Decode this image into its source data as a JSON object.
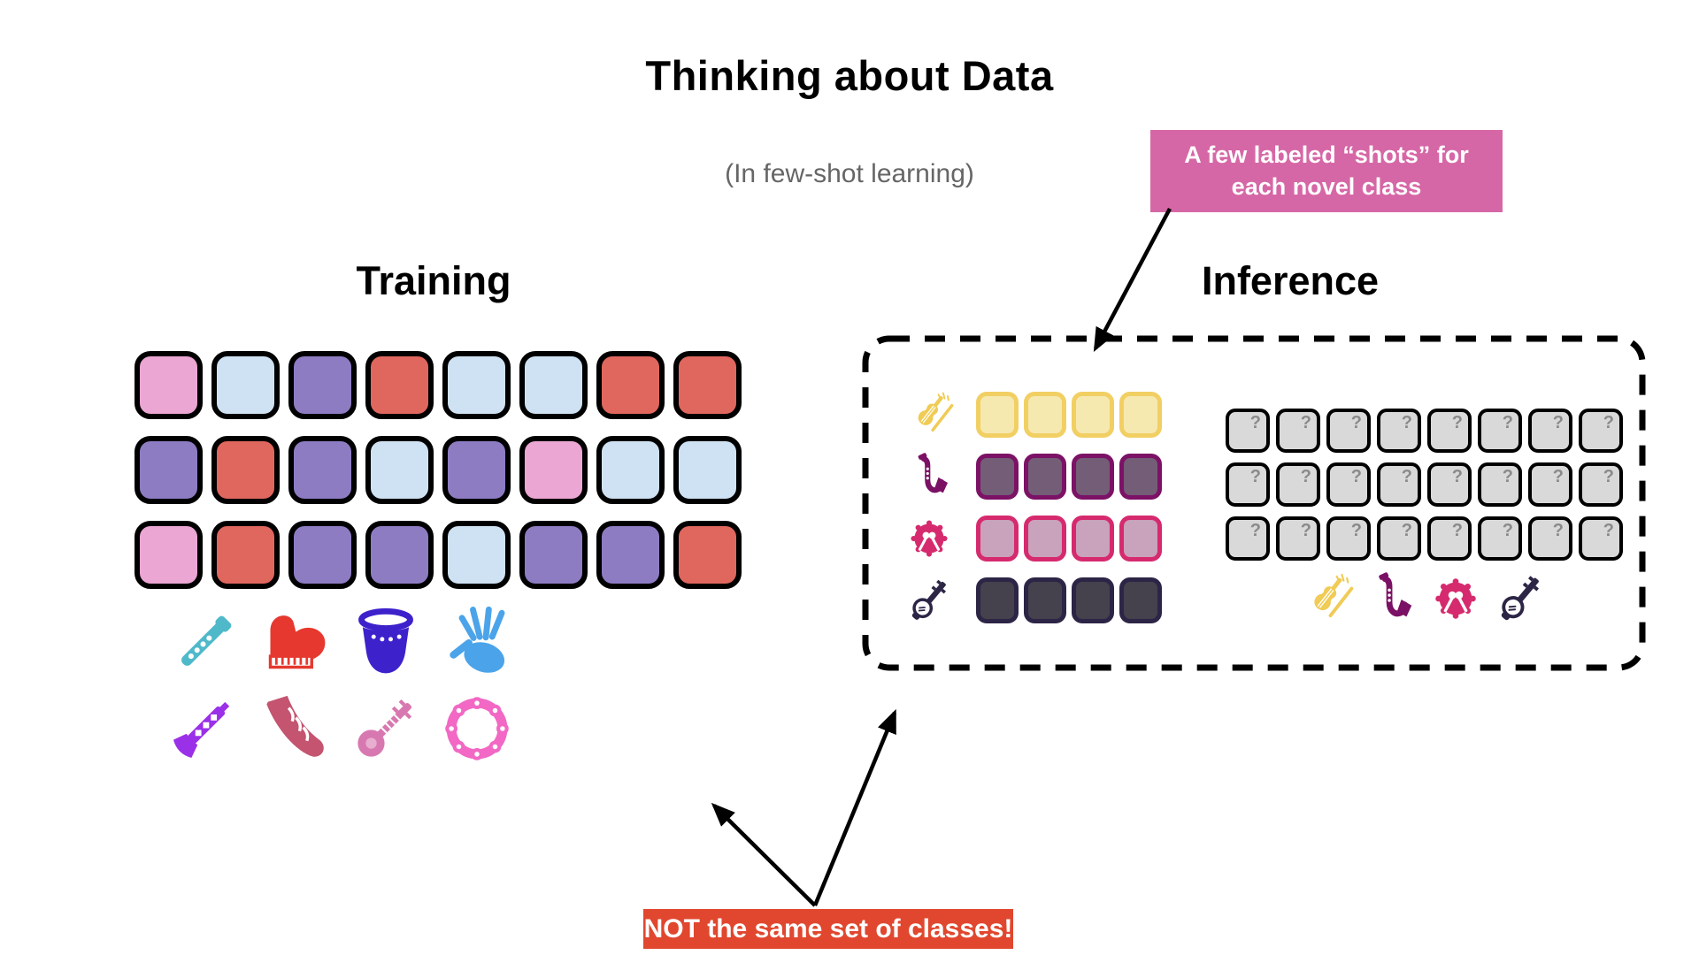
{
  "slide": {
    "title": "Thinking about Data",
    "subtitle": "(In few-shot learning)"
  },
  "annotations": {
    "shots_label": {
      "line1": "A few labeled “shots” for",
      "line2": "each novel class",
      "bg": "#d667a6"
    },
    "classes_label": {
      "text": "NOT the same set of classes!",
      "bg": "#e0472e"
    }
  },
  "training": {
    "heading": "Training",
    "palette": {
      "pink": "#eba6d3",
      "blue": "#cfe2f3",
      "purple": "#8e7cc3",
      "red": "#e0675e"
    },
    "grid_rows": [
      [
        "pink",
        "blue",
        "purple",
        "red",
        "blue",
        "blue",
        "red",
        "red"
      ],
      [
        "purple",
        "red",
        "purple",
        "blue",
        "purple",
        "pink",
        "blue",
        "blue"
      ],
      [
        "pink",
        "red",
        "purple",
        "purple",
        "blue",
        "purple",
        "purple",
        "red"
      ]
    ],
    "instruments": [
      {
        "name": "recorder-icon",
        "color": "#4fb9ca"
      },
      {
        "name": "grand-piano-icon",
        "color": "#e6382e"
      },
      {
        "name": "conga-drum-icon",
        "color": "#3d22cc"
      },
      {
        "name": "bagpipes-icon",
        "color": "#4ba4ea"
      },
      {
        "name": "clarinet-icon",
        "color": "#9a30e8"
      },
      {
        "name": "trombone-icon",
        "color": "#c4546f"
      },
      {
        "name": "sitar-icon",
        "color": "#d878b0"
      },
      {
        "name": "tambourine-icon",
        "color": "#f268c4"
      }
    ]
  },
  "inference": {
    "heading": "Inference",
    "shot_rows": [
      {
        "icon": "violin-icon",
        "icon_color": "#f0cb55",
        "border": "#f1cf63",
        "fill": "#f6e9b0",
        "count": 4
      },
      {
        "icon": "saxophone-icon",
        "icon_color": "#7b1164",
        "border": "#7c1266",
        "fill": "#745d76",
        "count": 4
      },
      {
        "icon": "hand-drum-icon",
        "icon_color": "#d62a6e",
        "border": "#d62a6e",
        "fill": "#c9a2bb",
        "count": 4
      },
      {
        "icon": "banjo-icon",
        "icon_color": "#2d2546",
        "border": "#2d2546",
        "fill": "#45414d",
        "count": 4
      }
    ],
    "query_grid": {
      "rows": 3,
      "cols": 8,
      "fill": "#d9d9d9",
      "border": "#000000",
      "mark": "?"
    },
    "novel_class_icons": [
      {
        "name": "violin-icon",
        "color": "#f0cb55"
      },
      {
        "name": "saxophone-icon",
        "color": "#7b1164"
      },
      {
        "name": "hand-drum-icon",
        "color": "#d62a6e"
      },
      {
        "name": "banjo-icon",
        "color": "#2d2546"
      }
    ]
  }
}
